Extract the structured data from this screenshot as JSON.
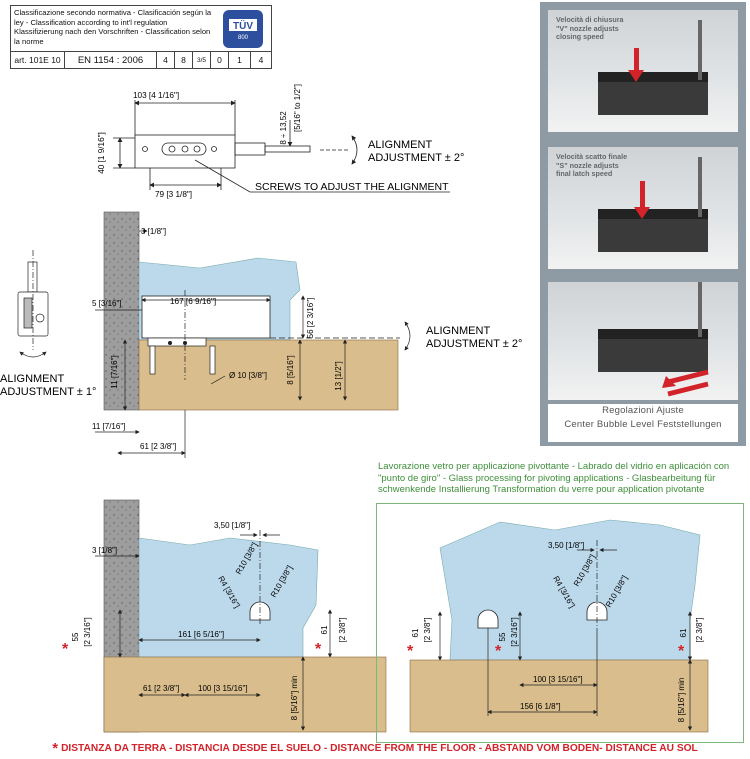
{
  "classification": {
    "text": "Classificazione secondo normativa - Clasificación según la ley - Classification according to int'l regulation Klassifizierung nach den Vorschriften - Classification selon la norme",
    "tuv_label": "TÜV",
    "tuv_number": "800",
    "row": [
      "art. 101E 10",
      "EN  1154 : 2006",
      "4",
      "8",
      "3/5",
      "0",
      "1",
      "4"
    ]
  },
  "top_view": {
    "dim_103": "103 [4  1/16\"]",
    "dim_40": "40 [1  9/16\"]",
    "dim_8": "8 ÷ 13,52",
    "dim_8_in": "[5/16\" to 1/2\"]",
    "dim_79": "79 [3  1/8\"]",
    "alignment_1": "ALIGNMENT",
    "alignment_2": "ADJUSTMENT ± 2°",
    "screws": "SCREWS TO ADJUST THE ALIGNMENT"
  },
  "side_view": {
    "dim_3": "3 [1/8\"]",
    "dim_5": "5 [3/16\"]",
    "dim_167": "167 [6  9/16\"]",
    "dim_56": "56 [2  3/16\"]",
    "dim_11v": "11 [7/16\"]",
    "dim_8": "8 [5/16\"]",
    "dim_13": "13 [1/2\"]",
    "dim_d10": "Ø 10 [3/8\"]",
    "dim_11h": "11 [7/16\"]",
    "dim_61": "61 [2  3/8\"]",
    "align_right_1": "ALIGNMENT",
    "align_right_2": "ADJUSTMENT ± 2°",
    "align_left_1": "ALIGNMENT",
    "align_left_2": "ADJUSTMENT ± 1°"
  },
  "photos": {
    "p1_l1": "Velocità di chiusura",
    "p1_l2": "\"V\" nozzle adjusts",
    "p1_l3": "closing speed",
    "p2_l1": "Velocità scatto finale",
    "p2_l2": "\"S\" nozzle adjusts",
    "p2_l3": "final latch speed",
    "caption_1": "Regolazioni  Ajuste",
    "caption_2": "Center Bubble Level  Feststellungen"
  },
  "green_note": "Lavorazione vetro per applicazione pivottante - Labrado del vidrio en aplicación con \"punto de giro\" - Glass processing for pivoting applications - Glasbearbeitung für schwenkende Installierung Transformation du verre pour application pivotante",
  "bottom_left": {
    "dim_3": "3 [1/8\"]",
    "dim_350": "3,50 [1/8\"]",
    "r10a": "R10 [3/8\"]",
    "r4": "R4 [3/16\"]",
    "r10b": "R10 [3/8\"]",
    "dim_55": "55",
    "dim_55_in": "[2  3/16\"]",
    "dim_161": "161 [6  5/16\"]",
    "dim_61": "61",
    "dim_61_in": "[2  3/8\"]",
    "dim_61b": "61 [2  3/8\"]",
    "dim_100": "100 [3  15/16\"]",
    "dim_8min": "8 [5/16\"] min"
  },
  "bottom_right": {
    "dim_350": "3,50 [1/8\"]",
    "r10a": "R10 [3/8\"]",
    "r4": "R4 [3/16\"]",
    "r10b": "R10 [3/8\"]",
    "dim_61l": "61",
    "dim_61l_in": "[2  3/8\"]",
    "dim_55": "55",
    "dim_55_in": "[2  3/16\"]",
    "dim_61r": "61",
    "dim_61r_in": "[2  3/8\"]",
    "dim_100": "100 [3  15/16\"]",
    "dim_156": "156 [6  1/8\"]",
    "dim_8min": "8 [5/16\"] min"
  },
  "footer": "DISTANZA DA TERRA - DISTANCIA DESDE EL SUELO - DISTANCE FROM THE FLOOR - ABSTAND VOM BODEN- DISTANCE AU SOL",
  "colors": {
    "glass": "#bcd9ec",
    "wood": "#d9bd8c",
    "wall": "#9a9a9a",
    "red": "#d2232a",
    "green": "#3e8f3a"
  }
}
